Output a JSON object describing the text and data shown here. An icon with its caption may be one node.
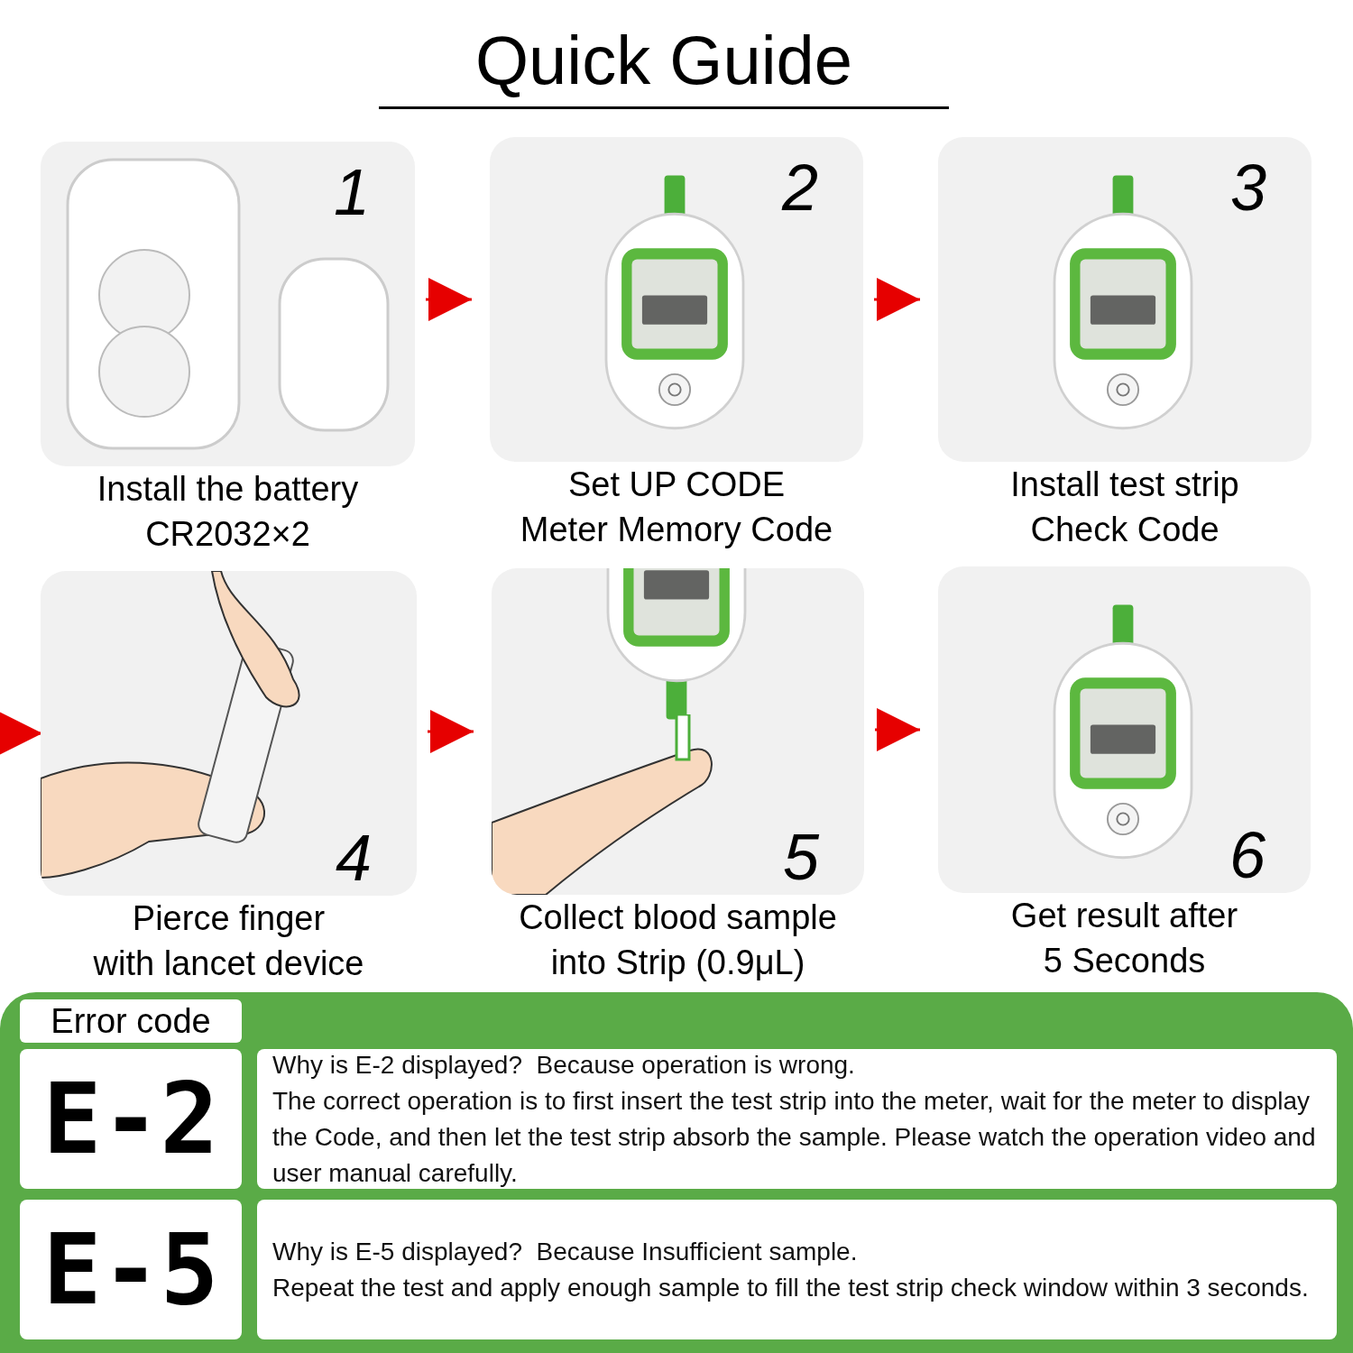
{
  "diagram": {
    "title": "Quick Guide",
    "nodes": [
      {
        "text": [
          "1"
        ],
        "beside": [
          "Install the battery",
          "CR2032×2"
        ]
      },
      {
        "text": [
          "2"
        ],
        "beside": [
          "Set UP CODE",
          "Meter Memory Code"
        ]
      },
      {
        "text": [
          "3"
        ],
        "beside": [
          "Install test strip",
          "Check Code"
        ]
      },
      {
        "text": [
          "4"
        ],
        "beside": [
          "Pierce finger",
          "with lancet device"
        ]
      },
      {
        "text": [
          "5"
        ],
        "beside": [
          "Collect blood sample",
          "into Strip (0.9μL)"
        ]
      },
      {
        "text": [
          "6"
        ],
        "beside": [
          "Get result after",
          "5 Seconds"
        ]
      },
      {
        "text": [],
        "shape": "band"
      },
      {
        "text": [
          "Error code"
        ],
        "in": 6
      },
      {
        "text": [
          "E-2"
        ],
        "in": 6
      },
      {
        "text": [
          "Why is E-2 displayed?  Because operation is wrong.",
          "The correct operation is to first insert the test strip into the meter, wait for the meter to display the Code, and then let the test strip absorb the sample. Please watch the operation video and user manual carefully."
        ],
        "in": 6
      },
      {
        "text": [
          "E-5"
        ],
        "in": 6
      },
      {
        "text": [
          "Why is E-5 displayed?  Because Insufficient sample.",
          "Repeat the test and apply enough sample to fill the test strip check window within 3 seconds."
        ],
        "in": 6
      }
    ],
    "edges": [
      {
        "from": 0,
        "to": 1,
        "arrow": "to"
      },
      {
        "from": 1,
        "to": 2,
        "arrow": "to"
      },
      {
        "from": null,
        "to": 3,
        "arrow": "to"
      },
      {
        "from": 3,
        "to": 4,
        "arrow": "to"
      },
      {
        "from": 4,
        "to": 5,
        "arrow": "to"
      }
    ]
  }
}
